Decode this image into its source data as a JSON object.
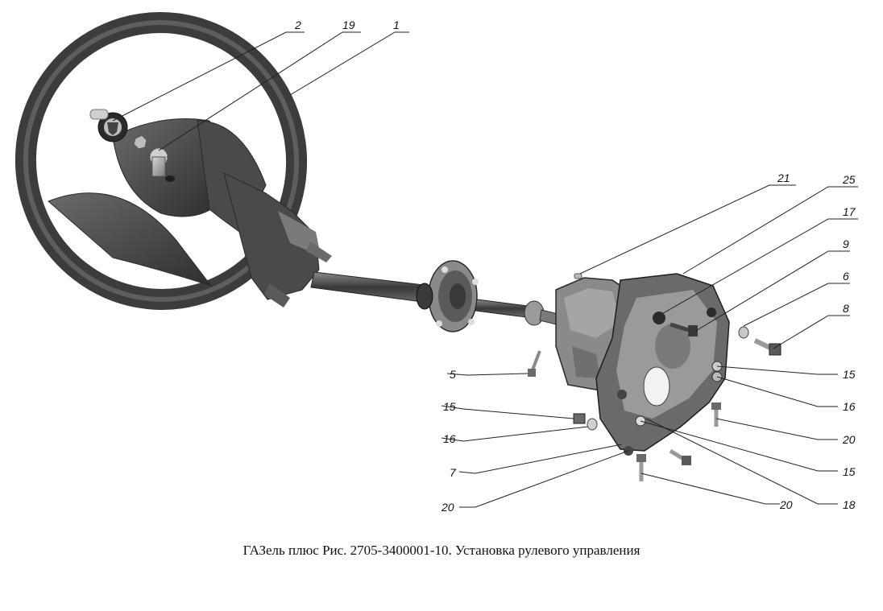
{
  "caption": "ГАЗель плюс Рис. 2705-3400001-10. Установка рулевого управления",
  "callouts": [
    {
      "id": "c2",
      "label": "2"
    },
    {
      "id": "c19",
      "label": "19"
    },
    {
      "id": "c1",
      "label": "1"
    },
    {
      "id": "c21",
      "label": "21"
    },
    {
      "id": "c25",
      "label": "25"
    },
    {
      "id": "c17",
      "label": "17"
    },
    {
      "id": "c9",
      "label": "9"
    },
    {
      "id": "c6",
      "label": "6"
    },
    {
      "id": "c8",
      "label": "8"
    },
    {
      "id": "c5",
      "label": "5"
    },
    {
      "id": "c15a",
      "label": "15"
    },
    {
      "id": "c16a",
      "label": "16"
    },
    {
      "id": "c15b",
      "label": "15"
    },
    {
      "id": "c16b",
      "label": "16"
    },
    {
      "id": "c7",
      "label": "7"
    },
    {
      "id": "c20a",
      "label": "20"
    },
    {
      "id": "c20b",
      "label": "20"
    },
    {
      "id": "c15c",
      "label": "15"
    },
    {
      "id": "c18",
      "label": "18"
    },
    {
      "id": "c20c",
      "label": "20"
    }
  ]
}
